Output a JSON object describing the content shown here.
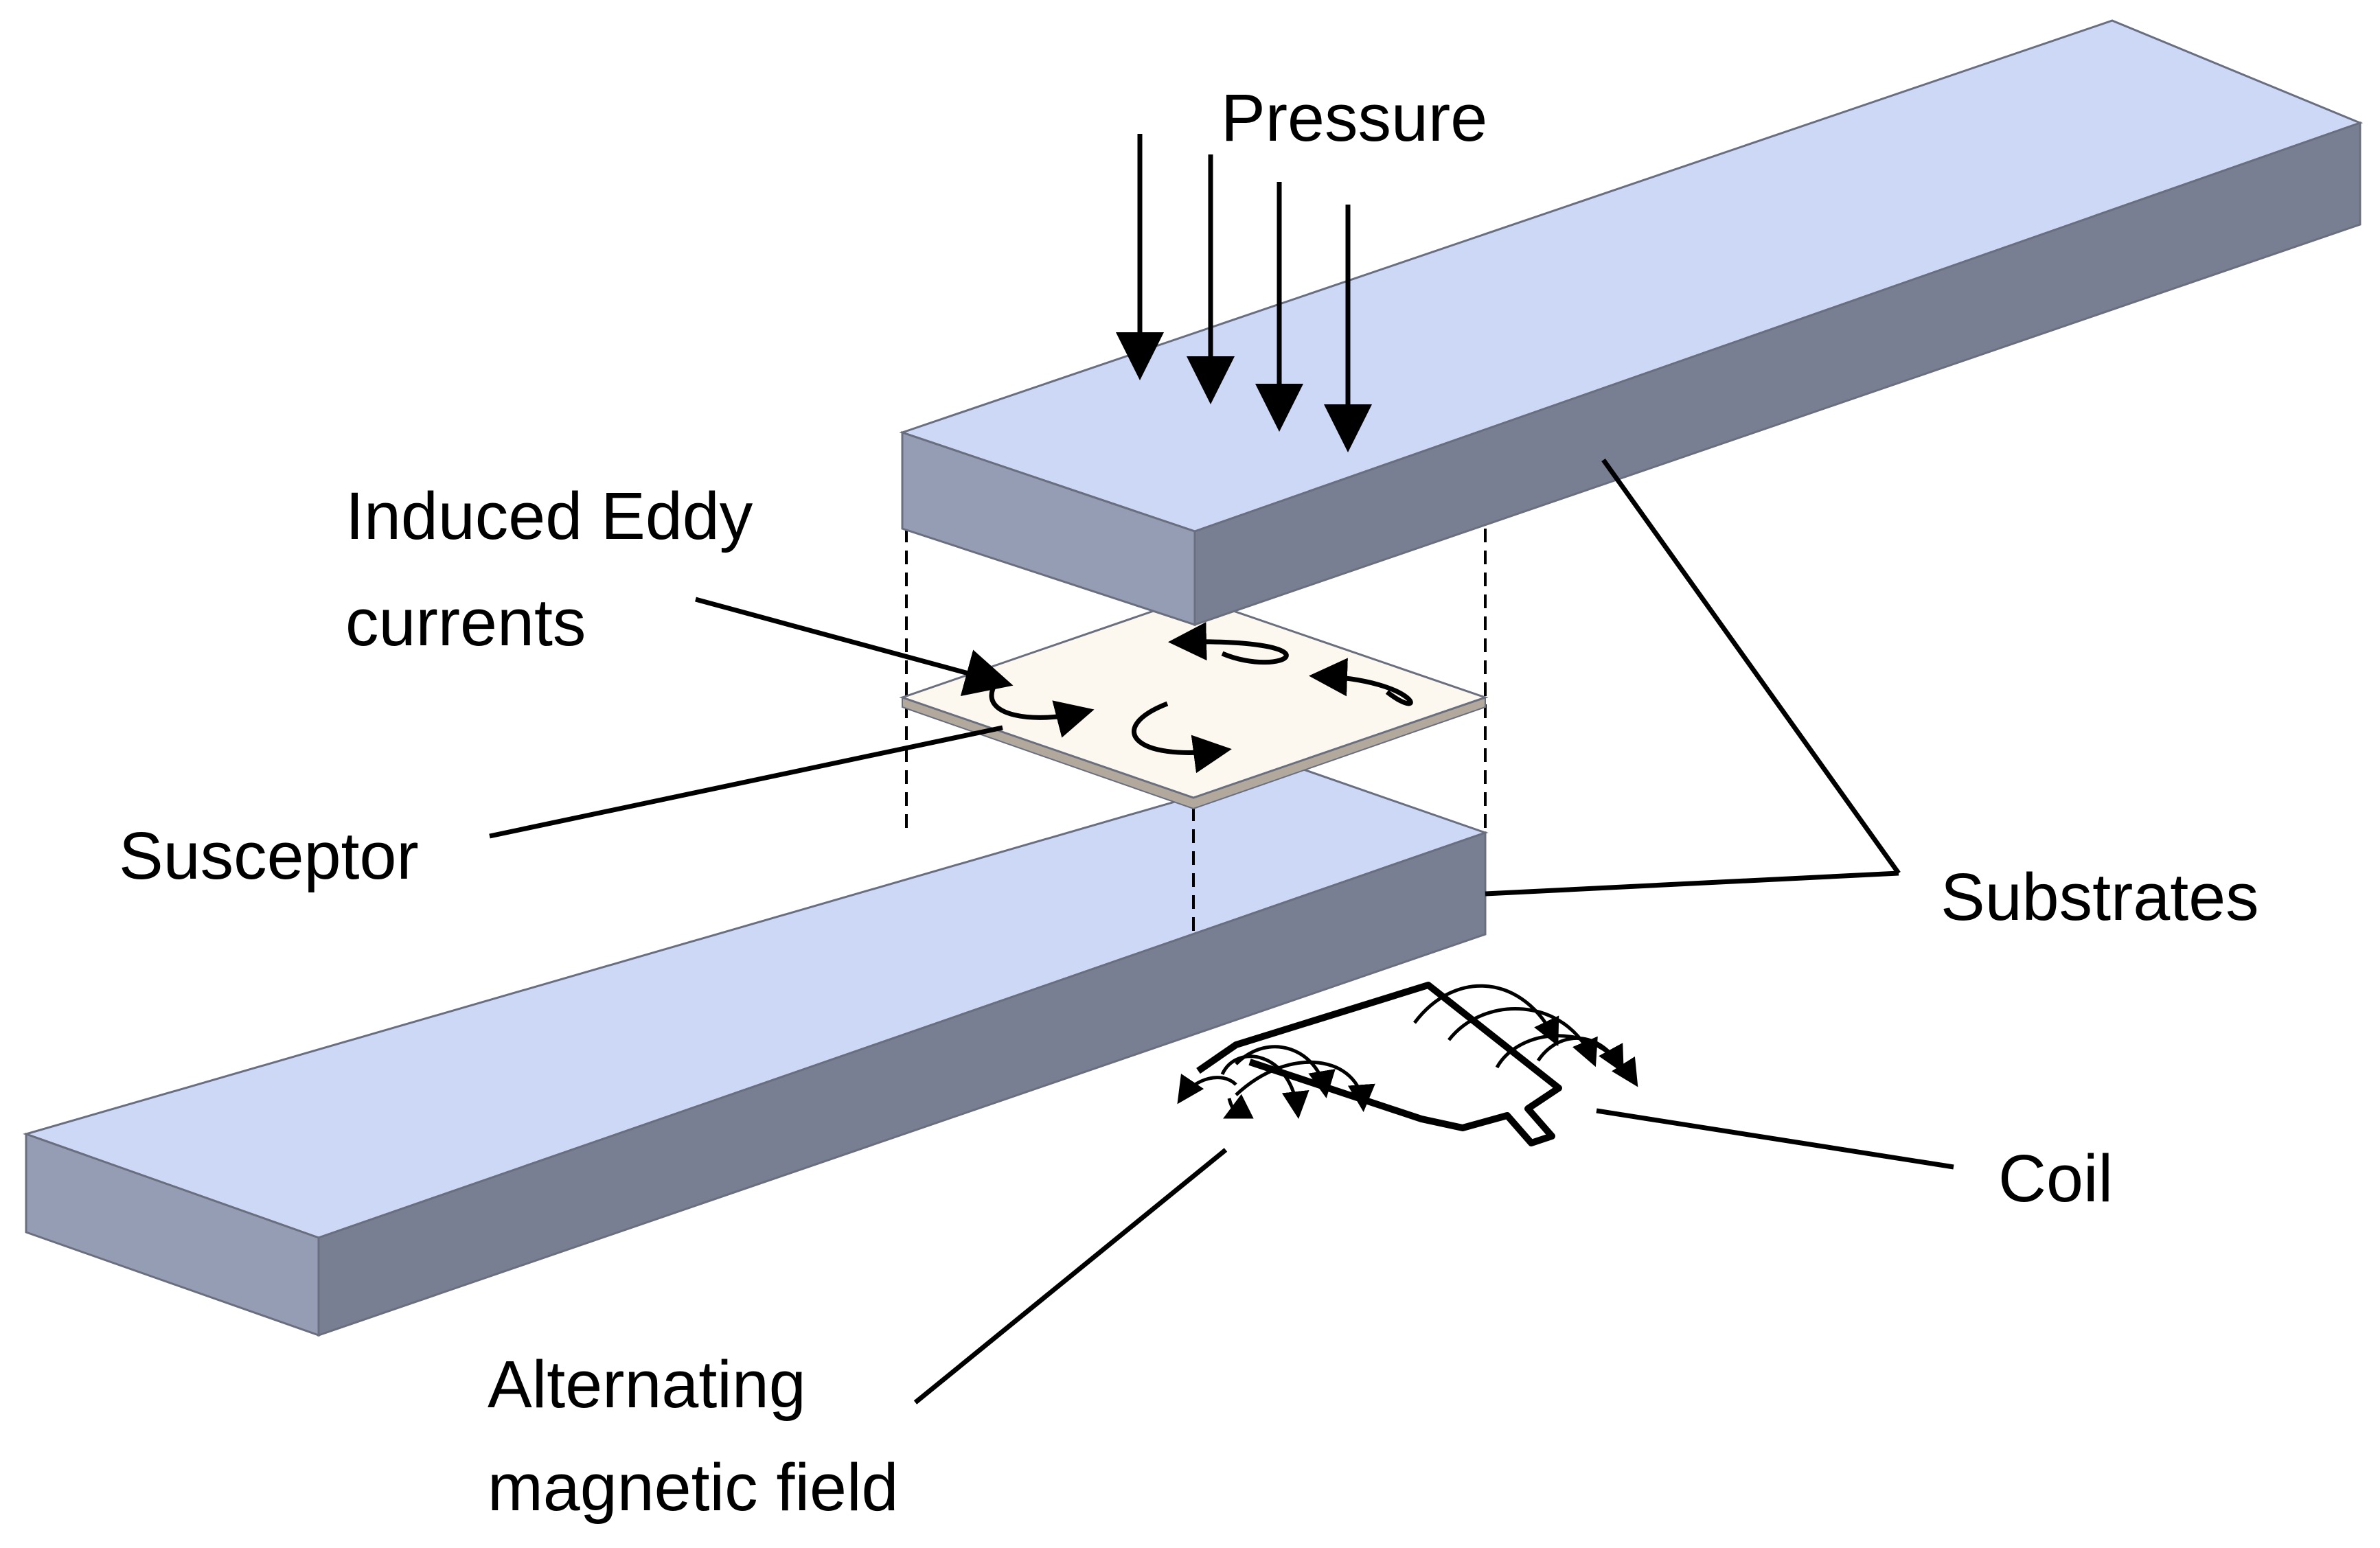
{
  "labels": {
    "pressure": "Pressure",
    "eddy_line1": "Induced Eddy",
    "eddy_line2": "currents",
    "susceptor": "Susceptor",
    "substrates": "Substrates",
    "coil": "Coil",
    "field_line1": "Alternating",
    "field_line2": "magnetic field"
  },
  "colors": {
    "substrate_top": "#cdd8f6",
    "substrate_front": "#959db5",
    "substrate_side": "#797f92",
    "susceptor_top": "#fdf8ef",
    "susceptor_edge": "#b3a89c",
    "line": "#000000"
  }
}
